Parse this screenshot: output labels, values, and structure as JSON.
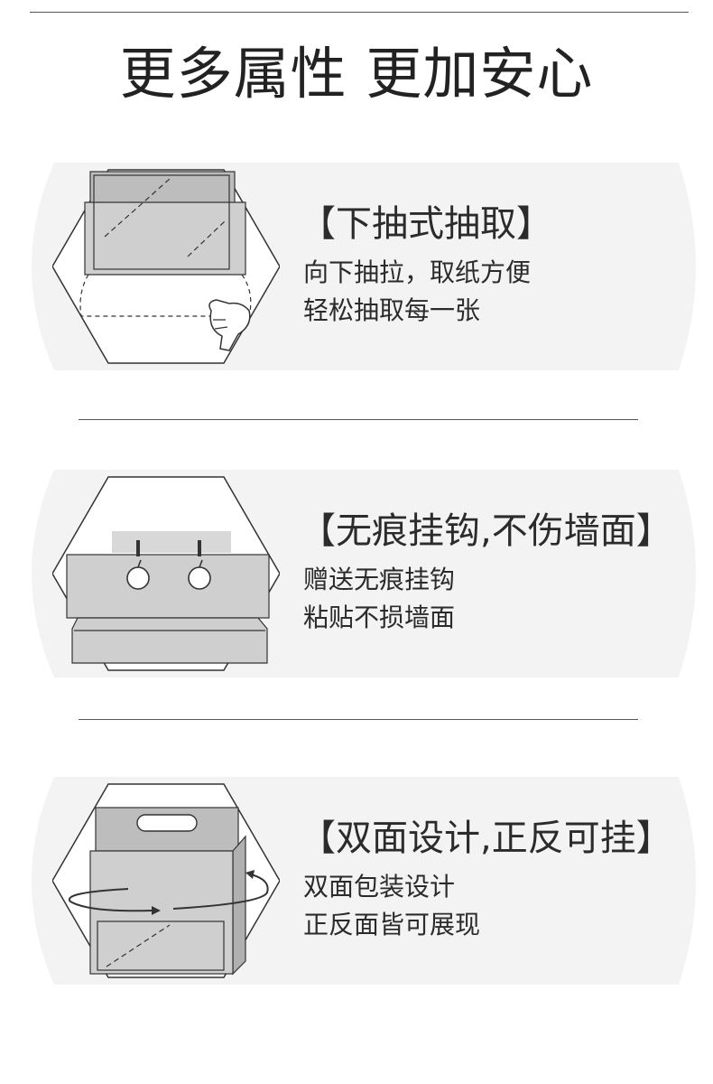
{
  "title": "更多属性 更加安心",
  "features": [
    {
      "heading": "【下抽式抽取】",
      "lines": [
        "向下抽拉，取纸方便",
        "轻松抽取每一张"
      ]
    },
    {
      "heading": "【无痕挂钩,不伤墙面】",
      "lines": [
        "赠送无痕挂钩",
        "粘贴不损墙面"
      ]
    },
    {
      "heading": "【双面设计,正反可挂】",
      "lines": [
        "双面包装设计",
        "正反面皆可展现"
      ]
    }
  ],
  "colors": {
    "panel": "#f3f3f3",
    "bag": "#cfcfcf",
    "bag_dark": "#b8b8b8",
    "line": "#333333"
  }
}
